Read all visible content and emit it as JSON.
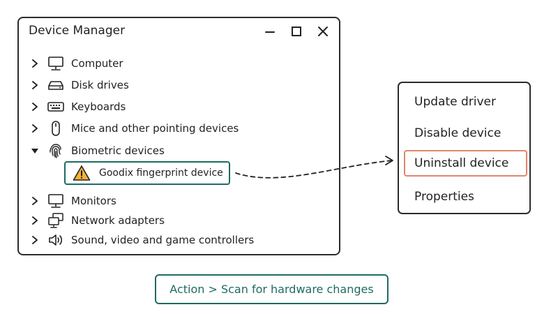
{
  "window": {
    "title": "Device Manager",
    "controls": [
      "minimize-icon",
      "maximize-icon",
      "close-icon"
    ]
  },
  "tree": {
    "categories": [
      {
        "label": "Computer",
        "icon": "computer-icon",
        "expanded": false
      },
      {
        "label": "Disk drives",
        "icon": "disk-drive-icon",
        "expanded": false
      },
      {
        "label": "Keyboards",
        "icon": "keyboard-icon",
        "expanded": false
      },
      {
        "label": "Mice and other pointing devices",
        "icon": "mouse-icon",
        "expanded": false
      },
      {
        "label": "Biometric devices",
        "icon": "fingerprint-icon",
        "expanded": true
      },
      {
        "label": "Monitors",
        "icon": "monitor-icon",
        "expanded": false
      },
      {
        "label": "Network adapters",
        "icon": "network-adapter-icon",
        "expanded": false
      },
      {
        "label": "Sound, video and game controllers",
        "icon": "speaker-icon",
        "expanded": false
      }
    ],
    "selected_device": {
      "label": "Goodix fingerprint device",
      "icon": "warning-icon"
    }
  },
  "context_menu": {
    "items": [
      "Update driver",
      "Disable device",
      "Uninstall device",
      "Properties"
    ],
    "highlighted": "Uninstall device"
  },
  "action_hint": "Action > Scan for hardware changes",
  "colors": {
    "accent": "#1f6b5f",
    "highlight": "#e2856b",
    "warning": "#f2b233",
    "outline": "#2b2b2b"
  }
}
